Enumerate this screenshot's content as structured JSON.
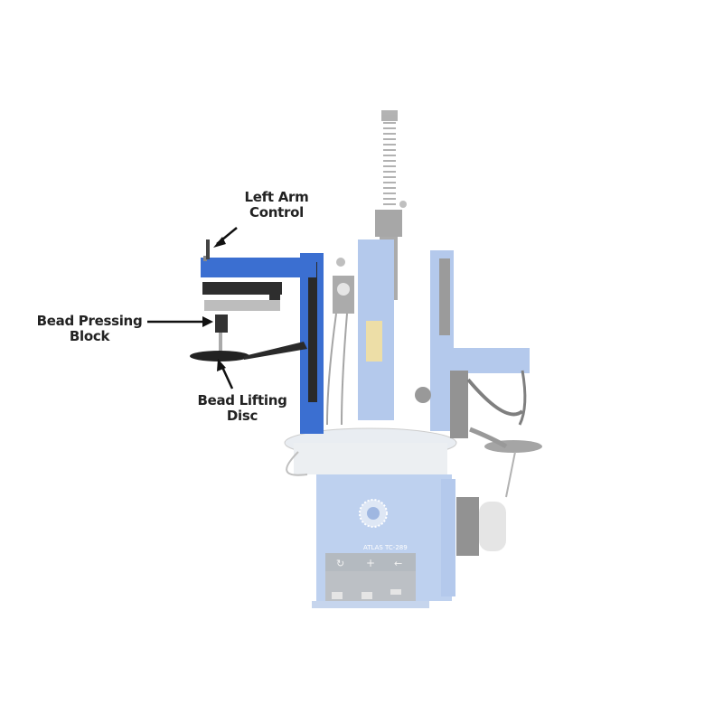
{
  "diagram": {
    "subject": "Tire changer with left assist arm",
    "colors": {
      "arm_blue": "#3b6fd1",
      "faded_blue": "#9bb8e6",
      "dark_part": "#2a2a2a",
      "label_text": "#222222",
      "background": "#ffffff"
    },
    "callouts": [
      {
        "id": "left-arm-control",
        "lines": [
          "Left Arm",
          "Control"
        ]
      },
      {
        "id": "bead-pressing-block",
        "lines": [
          "Bead Pressing",
          "Block"
        ]
      },
      {
        "id": "bead-lifting-disc",
        "lines": [
          "Bead Lifting",
          "Disc"
        ]
      }
    ],
    "panel_text": "ATLAS TC-289",
    "pedal_symbols": [
      "↻",
      "+",
      "←"
    ]
  }
}
